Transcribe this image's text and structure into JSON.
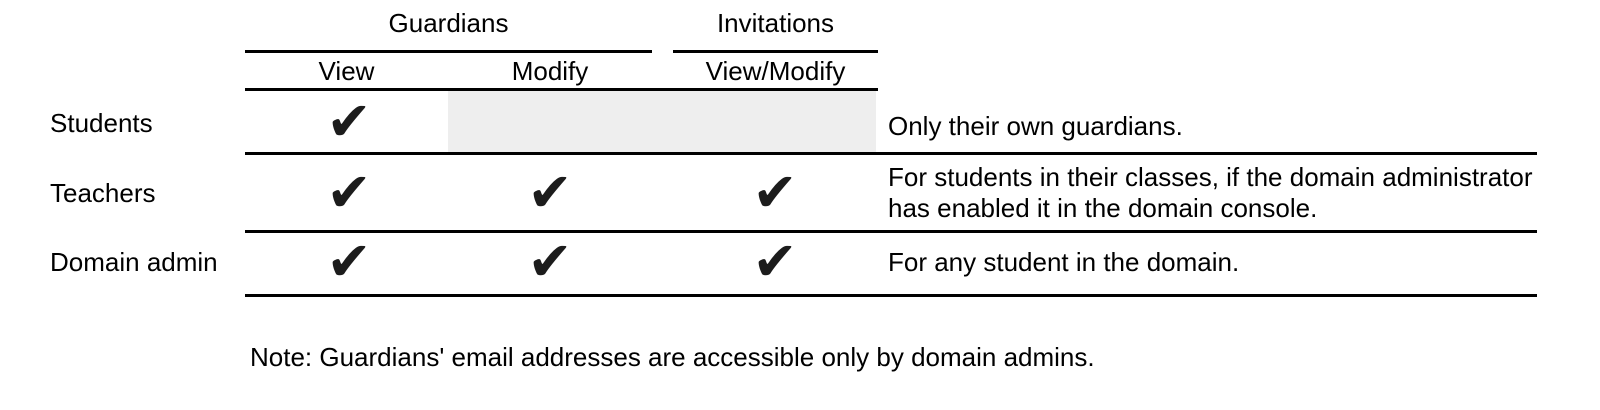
{
  "table": {
    "column_groups": [
      {
        "label": "Guardians"
      },
      {
        "label": "Invitations"
      }
    ],
    "columns": [
      {
        "label": "View"
      },
      {
        "label": "Modify"
      },
      {
        "label": "View/Modify"
      }
    ],
    "rows": [
      {
        "label": "Students",
        "cells": [
          "✔",
          "",
          ""
        ],
        "not_applicable_region": "Modify and View/Modify",
        "note": "Only their own guardians."
      },
      {
        "label": "Teachers",
        "cells": [
          "✔",
          "✔",
          "✔"
        ],
        "note": "For students in their classes, if the domain administrator has enabled it in the domain console."
      },
      {
        "label": "Domain admin",
        "cells": [
          "✔",
          "✔",
          "✔"
        ],
        "note": "For any student in the domain."
      }
    ],
    "checkmark_icon": "✔"
  },
  "footnote": "Note: Guardians' email addresses are accessible only by domain admins.",
  "colors": {
    "text": "#000000",
    "rule": "#000000",
    "na_cell": "#eeeeee",
    "checkmark": "#1c1c1c",
    "background": "#ffffff"
  }
}
